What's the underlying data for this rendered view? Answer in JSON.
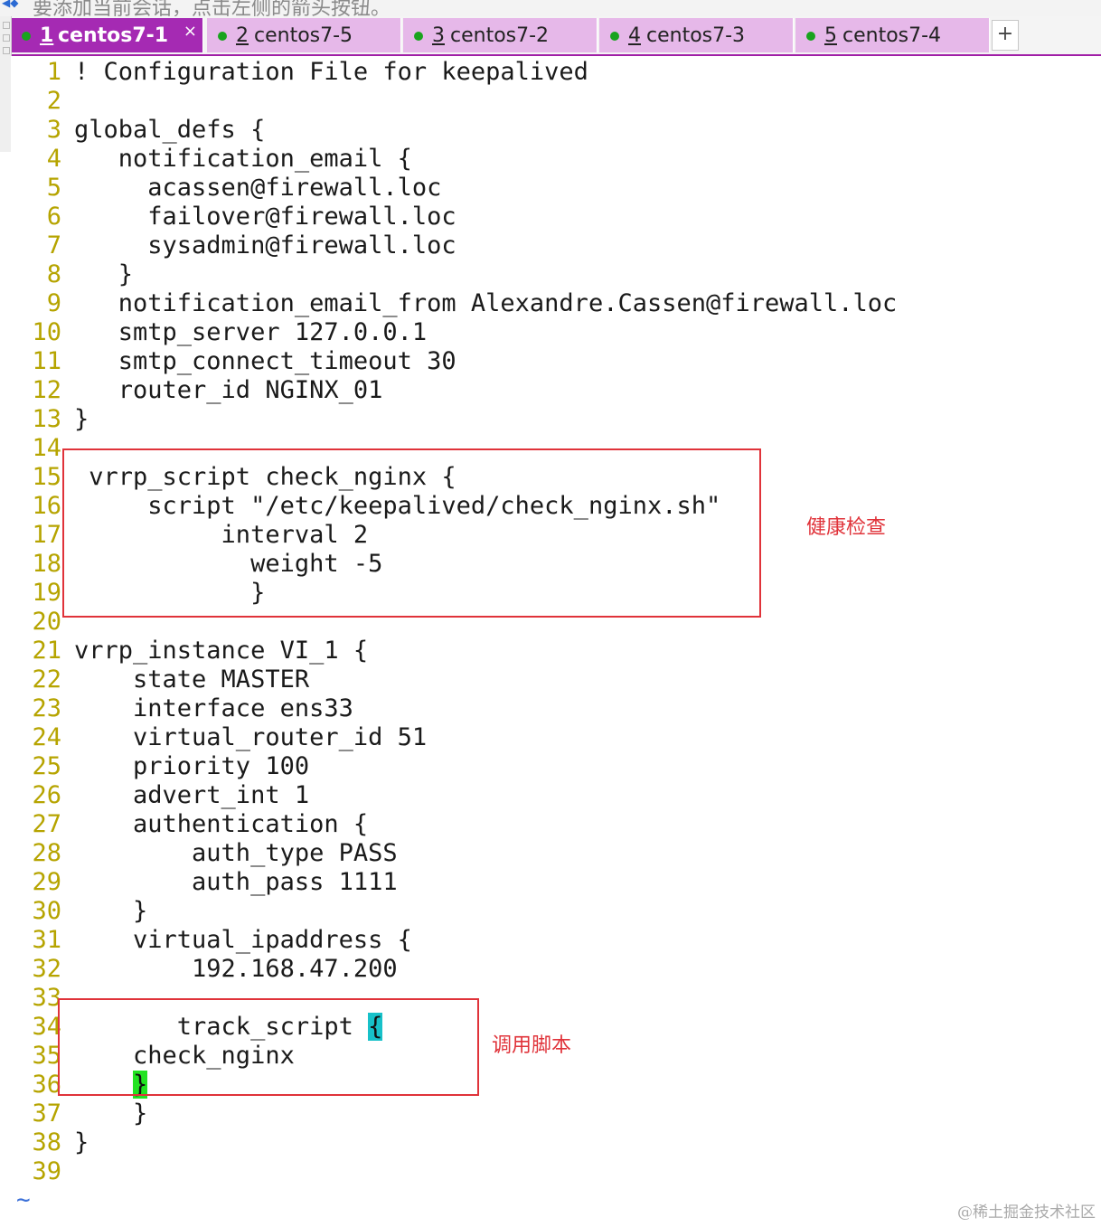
{
  "window": {
    "title_partial": "要添加当前会话，点击左侧的箭头按钮。"
  },
  "tabs": [
    {
      "number": "1",
      "name": "centos7-1",
      "active": true,
      "close": "×"
    },
    {
      "number": "2",
      "name": "centos7-5",
      "active": false
    },
    {
      "number": "3",
      "name": "centos7-2",
      "active": false
    },
    {
      "number": "4",
      "name": "centos7-3",
      "active": false
    },
    {
      "number": "5",
      "name": "centos7-4",
      "active": false
    }
  ],
  "new_tab_label": "+",
  "colors": {
    "active_tab": "#a52ab3",
    "inactive_tab": "#e6b8e9",
    "status_dot": "#19a31e",
    "line_number": "#b6a400",
    "annotation_red": "#e0333a",
    "cursor_cyan": "#17c1c9",
    "match_green": "#22e321"
  },
  "editor": {
    "lines": [
      {
        "n": "1",
        "text": "! Configuration File for keepalived"
      },
      {
        "n": "2",
        "text": ""
      },
      {
        "n": "3",
        "text": "global_defs {"
      },
      {
        "n": "4",
        "text": "   notification_email {"
      },
      {
        "n": "5",
        "text": "     acassen@firewall.loc"
      },
      {
        "n": "6",
        "text": "     failover@firewall.loc"
      },
      {
        "n": "7",
        "text": "     sysadmin@firewall.loc"
      },
      {
        "n": "8",
        "text": "   }"
      },
      {
        "n": "9",
        "text": "   notification_email_from Alexandre.Cassen@firewall.loc"
      },
      {
        "n": "10",
        "text": "   smtp_server 127.0.0.1"
      },
      {
        "n": "11",
        "text": "   smtp_connect_timeout 30"
      },
      {
        "n": "12",
        "text": "   router_id NGINX_01"
      },
      {
        "n": "13",
        "text": "}"
      },
      {
        "n": "14",
        "text": ""
      },
      {
        "n": "15",
        "text": " vrrp_script check_nginx {"
      },
      {
        "n": "16",
        "text": "     script \"/etc/keepalived/check_nginx.sh\""
      },
      {
        "n": "17",
        "text": "          interval 2"
      },
      {
        "n": "18",
        "text": "            weight -5"
      },
      {
        "n": "19",
        "text": "            }"
      },
      {
        "n": "20",
        "text": ""
      },
      {
        "n": "21",
        "text": "vrrp_instance VI_1 {"
      },
      {
        "n": "22",
        "text": "    state MASTER"
      },
      {
        "n": "23",
        "text": "    interface ens33"
      },
      {
        "n": "24",
        "text": "    virtual_router_id 51"
      },
      {
        "n": "25",
        "text": "    priority 100"
      },
      {
        "n": "26",
        "text": "    advert_int 1"
      },
      {
        "n": "27",
        "text": "    authentication {"
      },
      {
        "n": "28",
        "text": "        auth_type PASS"
      },
      {
        "n": "29",
        "text": "        auth_pass 1111"
      },
      {
        "n": "30",
        "text": "    }"
      },
      {
        "n": "31",
        "text": "    virtual_ipaddress {"
      },
      {
        "n": "32",
        "text": "        192.168.47.200"
      },
      {
        "n": "33",
        "text": ""
      },
      {
        "n": "34",
        "text": "       track_script ",
        "hl": "{",
        "hl_class": "hl-cyan"
      },
      {
        "n": "35",
        "text": "    check_nginx"
      },
      {
        "n": "36",
        "text": "    ",
        "hl": "}",
        "hl_class": "hl-green"
      },
      {
        "n": "37",
        "text": "    }"
      },
      {
        "n": "38",
        "text": "}"
      },
      {
        "n": "39",
        "text": ""
      }
    ],
    "tilde": "~"
  },
  "annotations": {
    "health_check": "健康检查",
    "call_script": "调用脚本"
  },
  "watermark": "@稀土掘金技术社区"
}
